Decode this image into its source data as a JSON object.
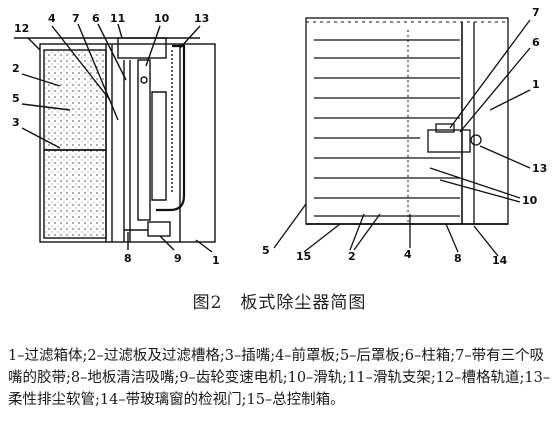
{
  "figure": {
    "left_labels": [
      "12",
      "4",
      "7",
      "6",
      "11",
      "10",
      "13",
      "2",
      "5",
      "3",
      "8",
      "9",
      "1"
    ],
    "right_labels": [
      "7",
      "6",
      "1",
      "13",
      "10",
      "5",
      "15",
      "2",
      "4",
      "8",
      "14"
    ]
  },
  "caption": "图2　板式除尘器简图",
  "legend": "1–过滤箱体;2–过滤板及过滤槽格;3–插嘴;4–前罩板;5–后罩板;6–柱箱;7–带有三个吸嘴的胶带;8–地板清洁吸嘴;9–齿轮变速电机;10–滑轨;11–滑轨支架;12–槽格轨道;13–柔性排尘软管;14–带玻璃窗的检视门;15–总控制箱。"
}
